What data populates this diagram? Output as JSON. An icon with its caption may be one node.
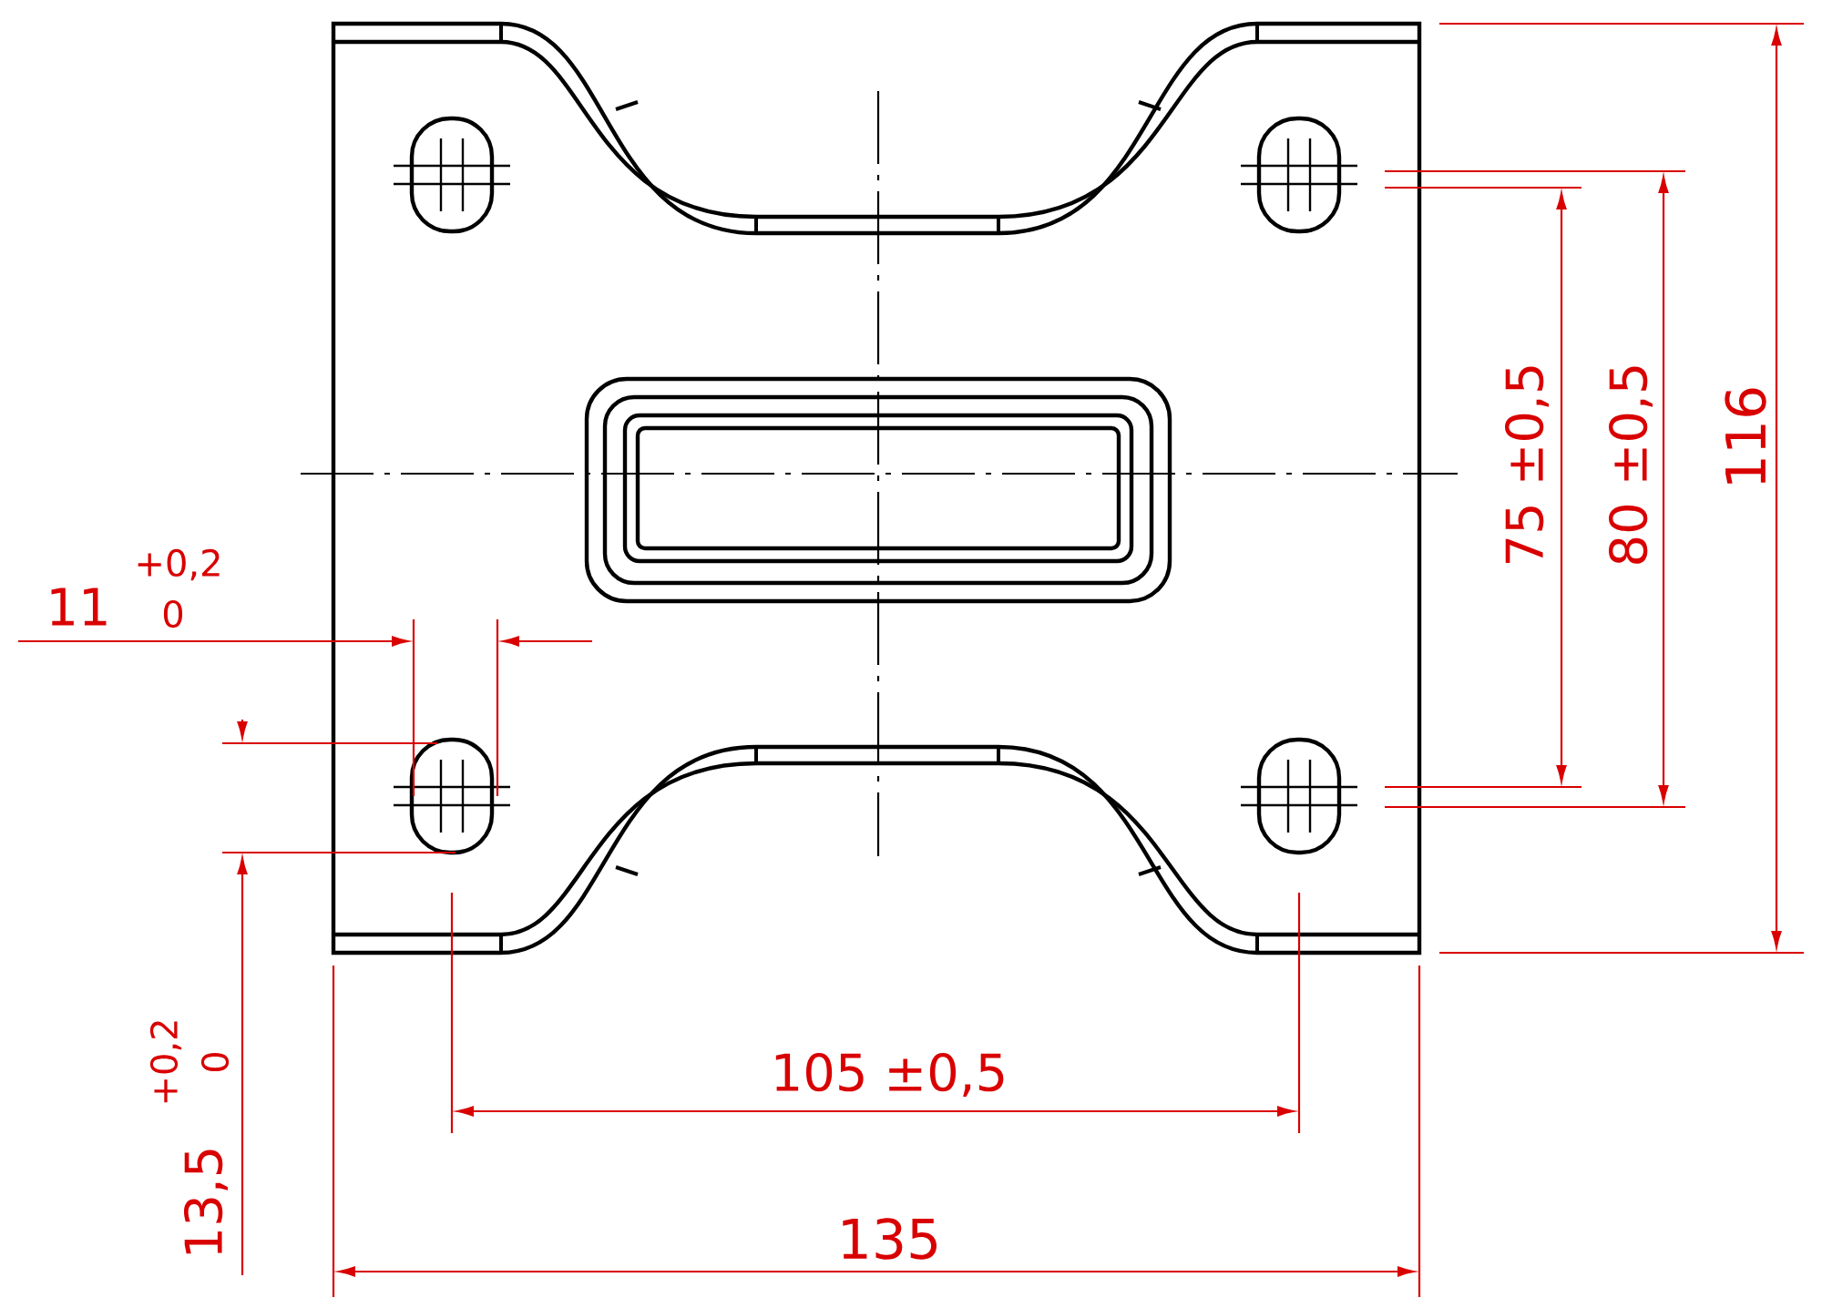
{
  "diagram": {
    "labels": [
      "116",
      "75 ±0,5",
      "80 ±0,5",
      "11",
      "+0,2",
      "0",
      "105 ±0,5",
      "13,5",
      "+0,2",
      "0",
      "135"
    ]
  }
}
